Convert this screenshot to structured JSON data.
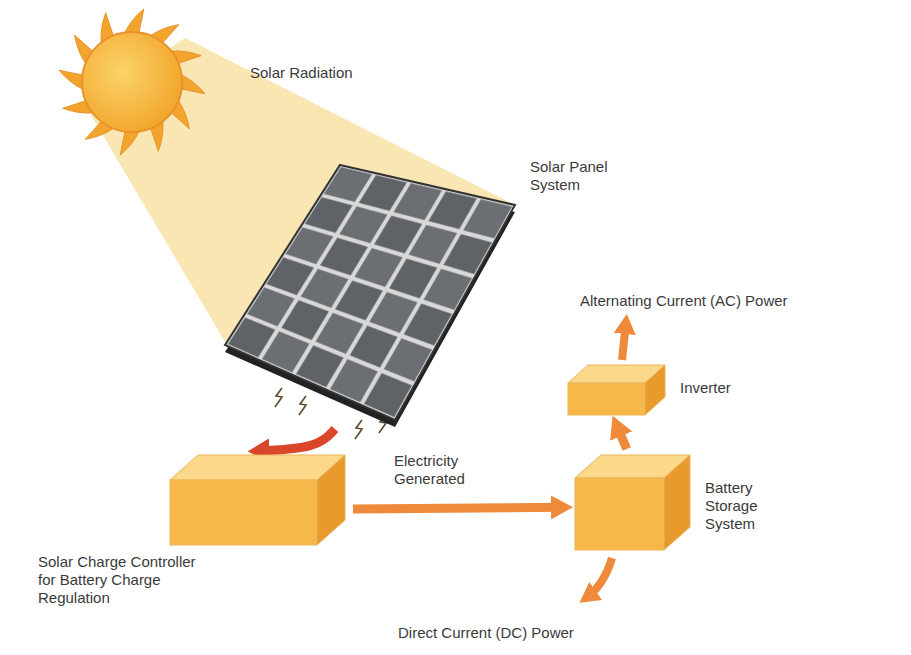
{
  "diagram": {
    "nodes": [
      {
        "text": [
          "Solar Panel System"
        ]
      },
      {
        "text": [
          "Solar Charge Controller for Battery Charge Regulation"
        ]
      },
      {
        "text": [
          "Battery Storage System"
        ]
      },
      {
        "text": [
          "Inverter"
        ]
      }
    ],
    "edges": [
      {
        "from": 0,
        "to": 1,
        "arrow": "to",
        "label": "Electricity Generated"
      },
      {
        "from": 1,
        "to": 2,
        "arrow": "to"
      },
      {
        "from": 2,
        "to": 3,
        "arrow": "to"
      }
    ],
    "labels": [
      "Solar Radiation",
      "Alternating Current (AC) Power",
      "Direct Current (DC) Power"
    ]
  }
}
